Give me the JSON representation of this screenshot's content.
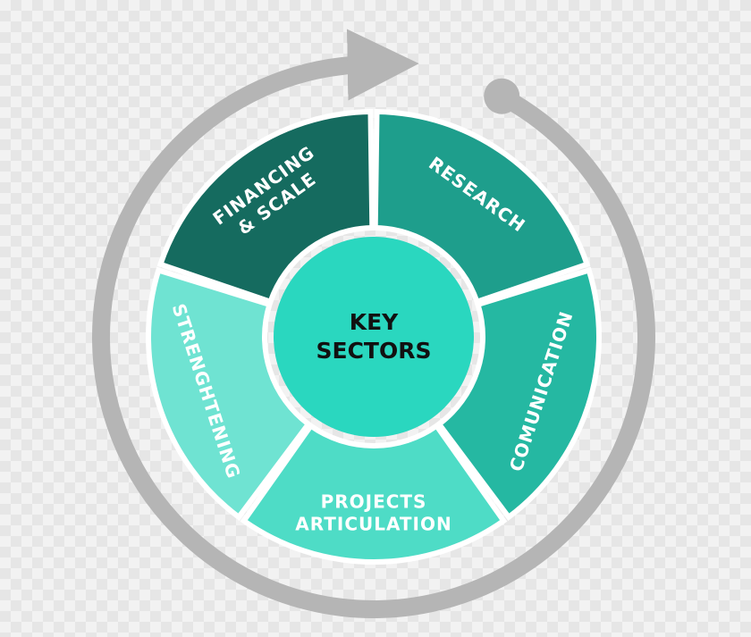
{
  "center": {
    "line1": "KEY",
    "line2": "SECTORS",
    "color": "#2ad7bf"
  },
  "segments": [
    {
      "id": "research",
      "lines": [
        "RESEARCH"
      ],
      "color": "#1e9e8c"
    },
    {
      "id": "comunication",
      "lines": [
        "COMUNICATION"
      ],
      "color": "#25b8a2"
    },
    {
      "id": "projects-articulation",
      "lines": [
        "PROJECTS",
        "ARTICULATION"
      ],
      "color": "#4edcc6"
    },
    {
      "id": "strenghtening",
      "lines": [
        "STRENGHTENING"
      ],
      "color": "#6fe3d2"
    },
    {
      "id": "financing-scale",
      "lines": [
        "FINANCING",
        "& SCALE"
      ],
      "color": "#156b5f"
    }
  ],
  "cycle_arrow": {
    "color": "#b5b5b5"
  }
}
